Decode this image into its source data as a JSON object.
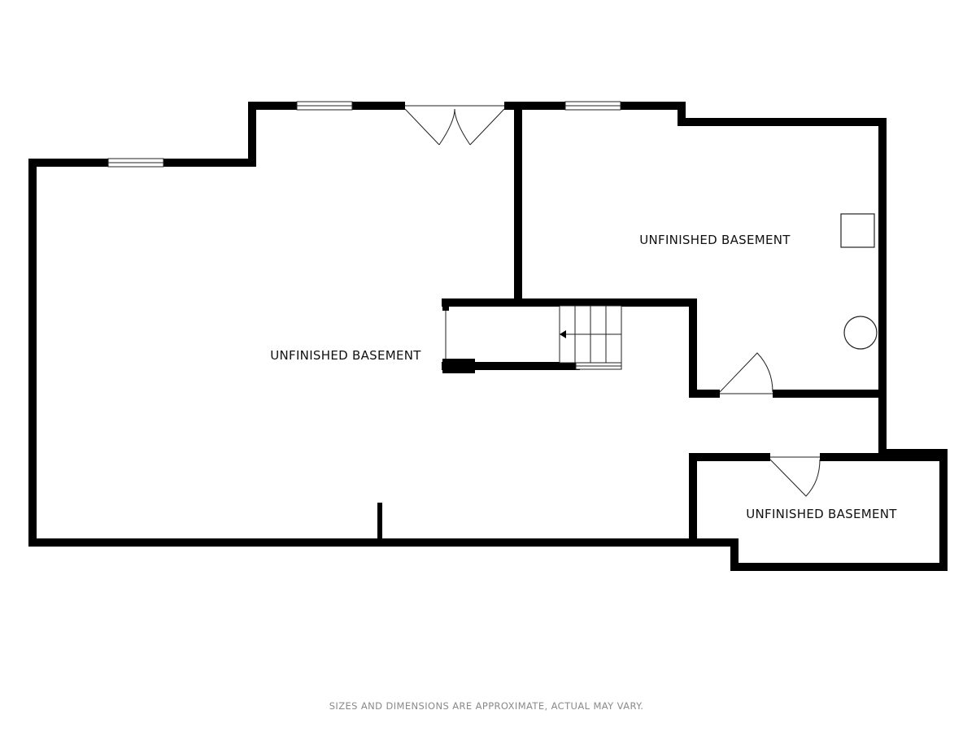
{
  "rooms": [
    {
      "label": "UNFINISHED BASEMENT"
    },
    {
      "label": "UNFINISHED BASEMENT"
    },
    {
      "label": "UNFINISHED BASEMENT"
    }
  ],
  "disclaimer": "SIZES AND DIMENSIONS ARE APPROXIMATE, ACTUAL MAY VARY.",
  "colors": {
    "wall": "#000000",
    "fixture": "#222222",
    "window_fill": "#ffffff",
    "disclaimer": "#8a8a8a"
  }
}
